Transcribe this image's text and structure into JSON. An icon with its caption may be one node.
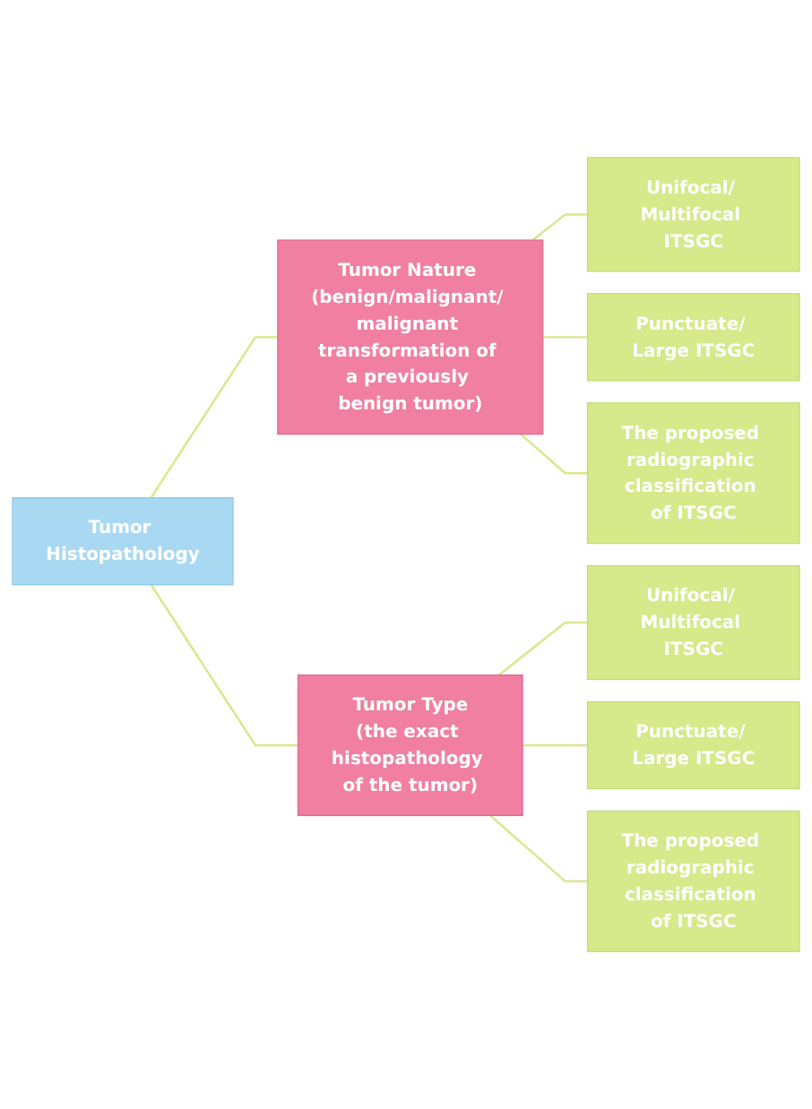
{
  "diagram": {
    "nodes": [
      {
        "text": [
          "Tumor Histopathology"
        ]
      },
      {
        "text": [
          "Tumor Nature (benign/malignant/ malignant transformation of a previously benign tumor)"
        ]
      },
      {
        "text": [
          "Unifocal/ Multifocal ITSGC"
        ]
      },
      {
        "text": [
          "Punctuate/ Large ITSGC"
        ]
      },
      {
        "text": [
          "The proposed radiographic classification of ITSGC"
        ]
      },
      {
        "text": [
          "Tumor Type",
          "(the exact histopathology of the tumor)"
        ]
      },
      {
        "text": [
          "Unifocal/ Multifocal ITSGC"
        ]
      },
      {
        "text": [
          "Punctuate/ Large ITSGC"
        ]
      },
      {
        "text": [
          "The proposed radiographic classification of ITSGC"
        ]
      }
    ],
    "edges": [
      {
        "from": 0,
        "to": 1,
        "arrow": "none"
      },
      {
        "from": 0,
        "to": 5,
        "arrow": "none"
      },
      {
        "from": 1,
        "to": 2,
        "arrow": "none"
      },
      {
        "from": 1,
        "to": 3,
        "arrow": "none"
      },
      {
        "from": 1,
        "to": 4,
        "arrow": "none"
      },
      {
        "from": 5,
        "to": 6,
        "arrow": "none"
      },
      {
        "from": 5,
        "to": 7,
        "arrow": "none"
      },
      {
        "from": 5,
        "to": 8,
        "arrow": "none"
      }
    ]
  }
}
